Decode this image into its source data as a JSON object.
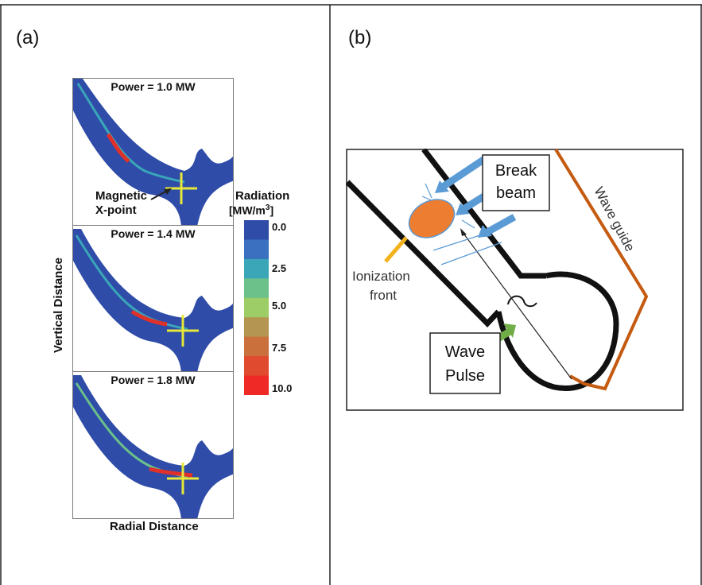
{
  "panel_a": {
    "label": "(a)",
    "subplots": [
      {
        "title": "Power = 1.0 MW"
      },
      {
        "title": "Power = 1.4 MW"
      },
      {
        "title": "Power = 1.8 MW"
      }
    ],
    "x_point_annotation": [
      "Magnetic",
      "X-point"
    ],
    "y_axis_label": "Vertical Distance",
    "x_axis_label": "Radial Distance",
    "colorbar": {
      "title": "Radiation",
      "unit_prefix": "[MW/m",
      "unit_exp": "3",
      "unit_suffix": "]",
      "ticks": [
        "0.0",
        "2.5",
        "5.0",
        "7.5",
        "10.0"
      ],
      "colors": [
        "#2e4ca8",
        "#3b6fbf",
        "#3aa6b8",
        "#6cc08a",
        "#9ccd67",
        "#b49552",
        "#c9703c",
        "#e04a2e",
        "#ef2a26"
      ]
    }
  },
  "panel_b": {
    "label": "(b)",
    "break_beam": [
      "Break",
      "beam"
    ],
    "wave_guide": "Wave guide",
    "ionization_front": [
      "Ionization",
      "front"
    ],
    "wave_pulse": [
      "Wave",
      "Pulse"
    ],
    "colors": {
      "beam": "#5b9bd5",
      "plasma": "#ed7d31",
      "guide": "#c55a11",
      "pulse_arrow": "#70ad47",
      "front_marker": "#f2b21b"
    }
  }
}
